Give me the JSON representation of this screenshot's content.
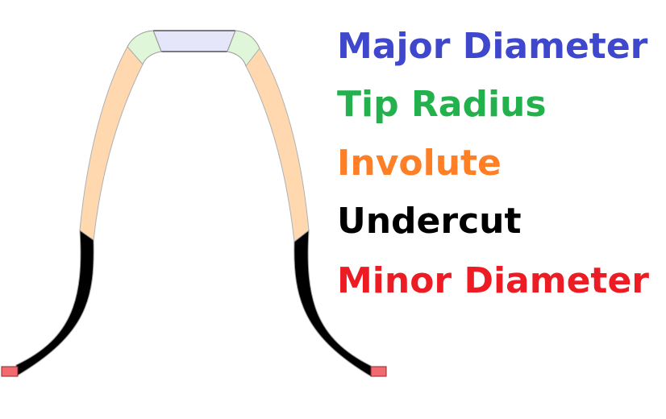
{
  "legend": {
    "major_diameter": {
      "label": "Major Diameter",
      "color": "#3f48cc"
    },
    "tip_radius": {
      "label": "Tip Radius",
      "color": "#22b14c"
    },
    "involute": {
      "label": "Involute",
      "color": "#ff7f27"
    },
    "undercut": {
      "label": "Undercut",
      "color": "#000000"
    },
    "minor_diameter": {
      "label": "Minor Diameter",
      "color": "#ed1c24"
    }
  },
  "fills": {
    "major_diameter": "#e6e6fa",
    "tip_radius": "#dff7d8",
    "involute": "#ffd8b0",
    "undercut": "#000000",
    "minor_diameter": "#f26a6f"
  }
}
